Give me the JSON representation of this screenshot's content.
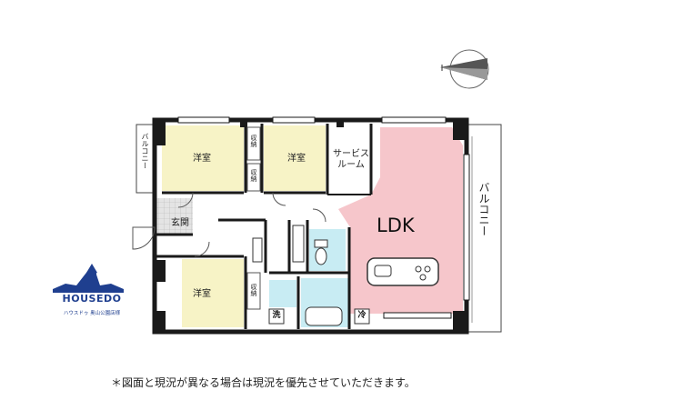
{
  "rooms": {
    "western_room_1": "洋室",
    "western_room_2": "洋室",
    "western_room_3": "洋室",
    "service_room": "サービス\nルーム",
    "ldk": "LDK",
    "entrance": "玄関",
    "storage_1": "収納",
    "storage_2": "収納",
    "storage_3": "収納",
    "balcony_left": "バルコニー",
    "balcony_right": "バルコニー"
  },
  "fixtures": {
    "washing": "洗",
    "fridge": "冷"
  },
  "logo": {
    "brand": "HOUSEDO",
    "subtitle": "ハウスドゥ 奥山公園店様"
  },
  "note": "＊図面と現況が異なる場合は現況を優先させていただきます。",
  "colors": {
    "wall": "#1a1a1a",
    "western_room": "#f7f3c6",
    "ldk": "#f6c6cb",
    "wet_area": "#c8ecf3",
    "entrance_tile": "#cfcfcf",
    "logo_blue": "#1f3f8f"
  },
  "compass_icon": "compass-north-icon"
}
